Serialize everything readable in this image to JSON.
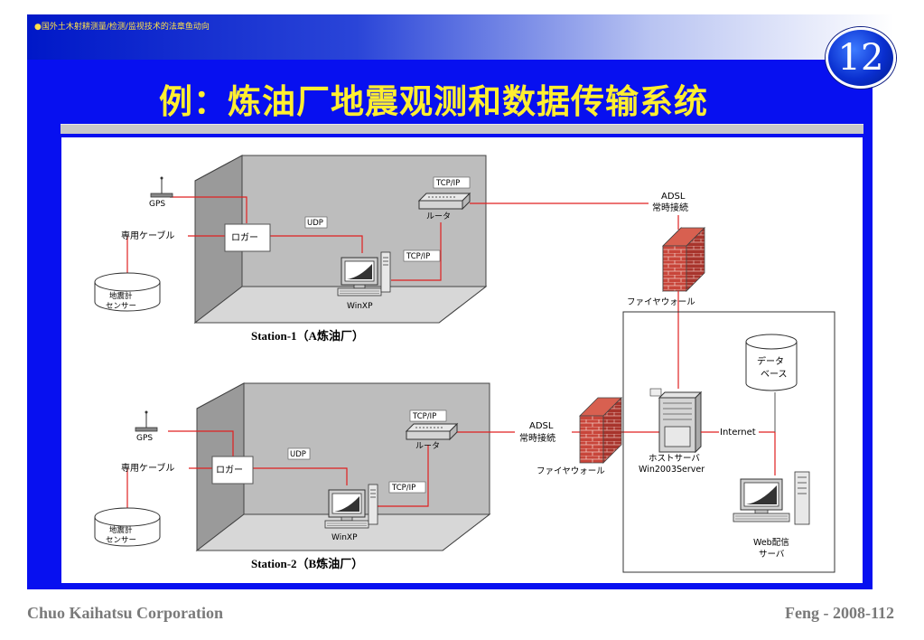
{
  "header": {
    "topbar_text": "●国外土木射耕测量/检测/监视技术的法章鱼动向",
    "title": "例：炼油厂地震观测和数据传输系统",
    "slide_number": "12"
  },
  "diagram": {
    "station1": {
      "caption": "Station-1（A炼油厂）",
      "gps": "GPS",
      "cable": "専用ケーブル",
      "logger": "ロガー",
      "udp": "UDP",
      "tcpip_upper": "TCP/IP",
      "router": "ルータ",
      "tcpip_lower": "TCP/IP",
      "pc": "WinXP",
      "sensor_line1": "地震計",
      "sensor_line2": "センサー"
    },
    "station2": {
      "caption": "Station-2（B炼油厂）",
      "gps": "GPS",
      "cable": "専用ケーブル",
      "logger": "ロガー",
      "udp": "UDP",
      "tcpip_upper": "TCP/IP",
      "router": "ルータ",
      "tcpip_lower": "TCP/IP",
      "pc": "WinXP",
      "sensor_line1": "地震計",
      "sensor_line2": "センサー"
    },
    "network": {
      "adsl1_line1": "ADSL",
      "adsl1_line2": "常時接続",
      "firewall1": "ファイヤウォール",
      "adsl2_line1": "ADSL",
      "adsl2_line2": "常時接続",
      "firewall2": "ファイヤウォール",
      "db_line1": "データ",
      "db_line2": "ベース",
      "host_line1": "ホストサーバ",
      "host_line2": "Win2003Server",
      "internet": "Internet",
      "web_line1": "Web配信",
      "web_line2": "サーバ"
    }
  },
  "footer": {
    "left": "Chuo Kaihatsu Corporation",
    "right": "Feng - 2008-112"
  },
  "colors": {
    "panel_blue": "#0710f0",
    "title_yellow": "#ffee30",
    "link_red": "#e02020",
    "room_gray": "#a8a8a8"
  }
}
